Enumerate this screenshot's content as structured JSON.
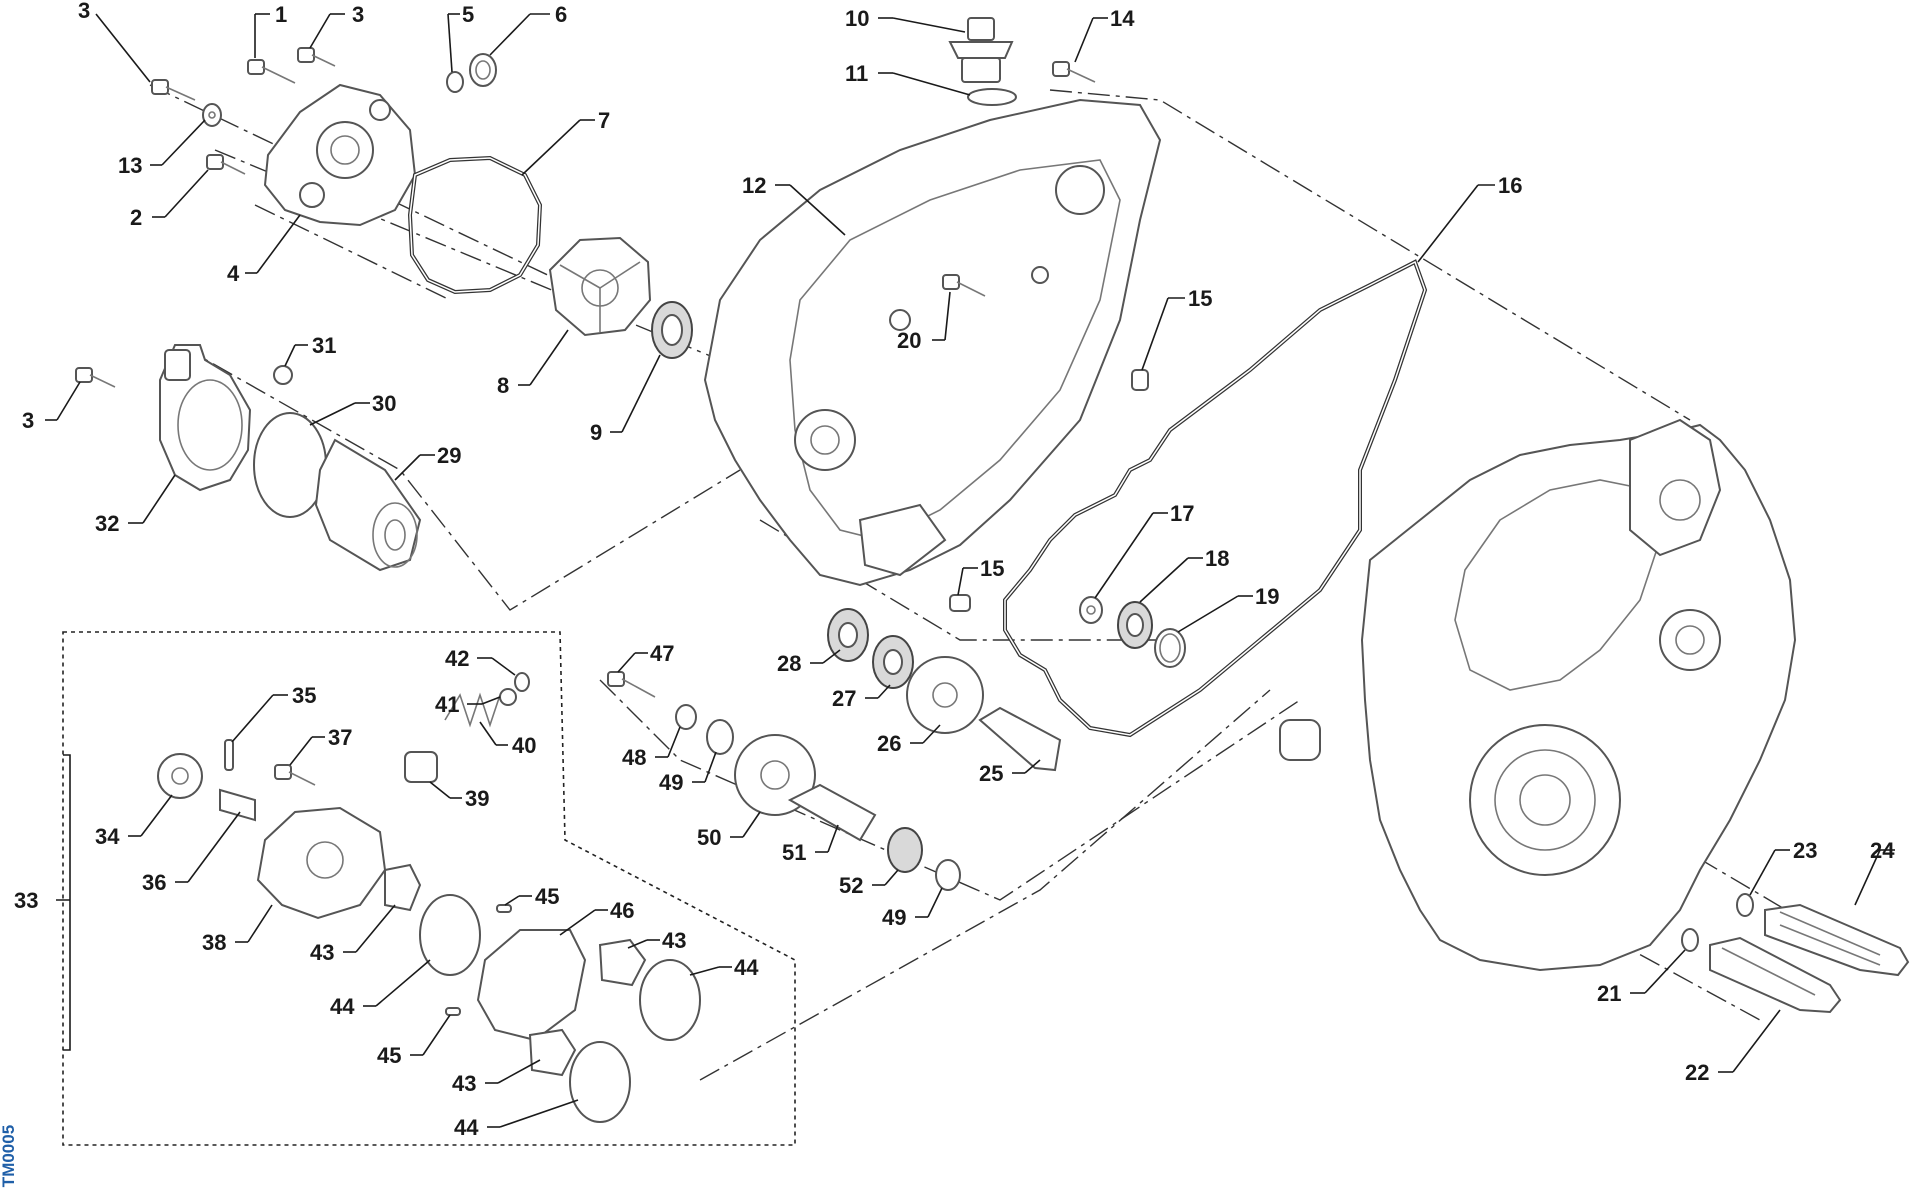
{
  "drawing_code": "TM0005",
  "callouts": {
    "c1": "1",
    "c2": "2",
    "c3a": "3",
    "c3b": "3",
    "c3c": "3",
    "c4": "4",
    "c5": "5",
    "c6": "6",
    "c7": "7",
    "c8": "8",
    "c9": "9",
    "c10": "10",
    "c11": "11",
    "c12": "12",
    "c13": "13",
    "c14": "14",
    "c15a": "15",
    "c15b": "15",
    "c16": "16",
    "c17": "17",
    "c18": "18",
    "c19": "19",
    "c20": "20",
    "c21": "21",
    "c22": "22",
    "c23": "23",
    "c24": "24",
    "c25": "25",
    "c26": "26",
    "c27": "27",
    "c28": "28",
    "c29": "29",
    "c30": "30",
    "c31": "31",
    "c32": "32",
    "c33": "33",
    "c34": "34",
    "c35": "35",
    "c36": "36",
    "c37": "37",
    "c38": "38",
    "c39": "39",
    "c40": "40",
    "c41": "41",
    "c42": "42",
    "c43a": "43",
    "c43b": "43",
    "c43c": "43",
    "c44a": "44",
    "c44b": "44",
    "c44c": "44",
    "c45a": "45",
    "c45b": "45",
    "c46": "46",
    "c47": "47",
    "c48": "48",
    "c49a": "49",
    "c49b": "49",
    "c50": "50",
    "c51": "51",
    "c52": "52"
  },
  "colors": {
    "line": "#1a1a1a",
    "part_stroke": "#555555",
    "code_tag": "#1f5fa8"
  }
}
